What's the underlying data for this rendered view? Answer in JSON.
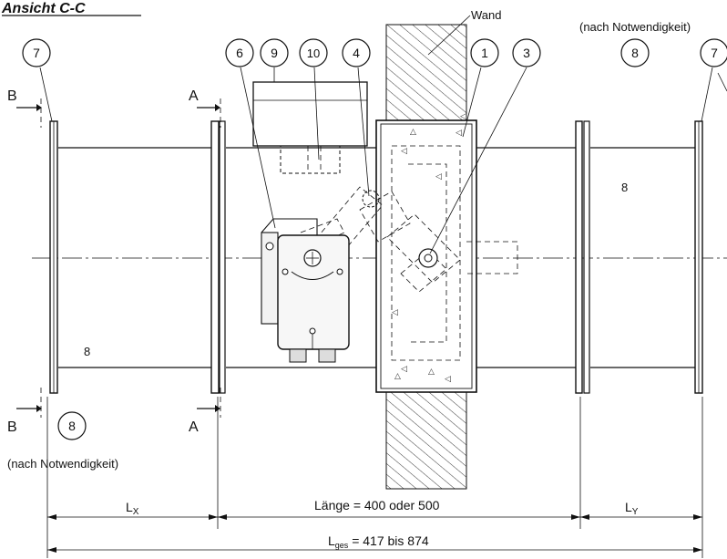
{
  "title": "Ansicht C-C",
  "wall_label": "Wand",
  "note_right": "(nach Notwendigkeit)",
  "note_left": "(nach Notwendigkeit)",
  "section_marks": {
    "b_top": "B",
    "a_top": "A",
    "b_bottom": "B",
    "a_bottom": "A"
  },
  "balloons": {
    "b7_left": "7",
    "b6": "6",
    "b9": "9",
    "b10": "10",
    "b4": "4",
    "b1": "1",
    "b3": "3",
    "b8_right": "8",
    "b7_right": "7",
    "b8_left": "8"
  },
  "dimensions": {
    "lx_main": "L",
    "lx_sub": "X",
    "length": "Länge = 400 oder 500",
    "ly_main": "L",
    "ly_sub": "Y",
    "lges_main": "L",
    "lges_sub": "ges",
    "lges_value": " = 417 bis 874"
  }
}
